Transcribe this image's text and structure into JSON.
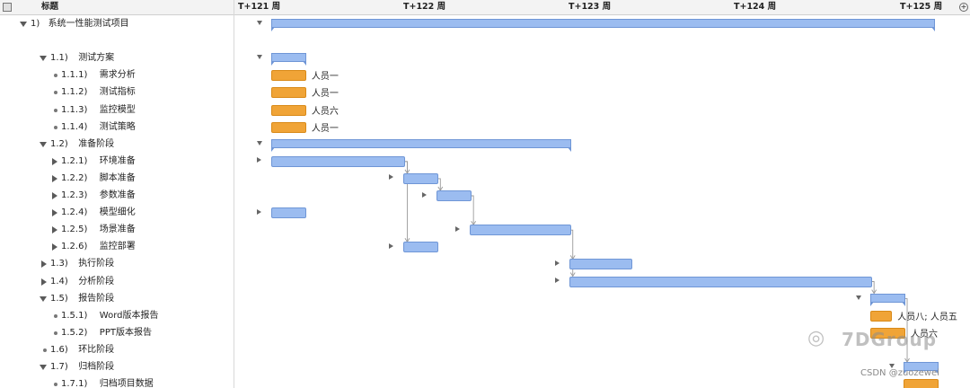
{
  "outline": {
    "header": {
      "title": "标题"
    },
    "rows": [
      {
        "num": "1)",
        "label": "系统一性能测试项目",
        "marker": "down"
      },
      {
        "num": "",
        "label": "",
        "marker": "none"
      },
      {
        "num": "1.1)",
        "label": "测试方案",
        "marker": "down"
      },
      {
        "num": "1.1.1)",
        "label": "需求分析",
        "marker": "dot"
      },
      {
        "num": "1.1.2)",
        "label": "测试指标",
        "marker": "dot"
      },
      {
        "num": "1.1.3)",
        "label": "监控模型",
        "marker": "dot"
      },
      {
        "num": "1.1.4)",
        "label": "测试策略",
        "marker": "dot"
      },
      {
        "num": "1.2)",
        "label": "准备阶段",
        "marker": "down"
      },
      {
        "num": "1.2.1)",
        "label": "环境准备",
        "marker": "right"
      },
      {
        "num": "1.2.2)",
        "label": "脚本准备",
        "marker": "right"
      },
      {
        "num": "1.2.3)",
        "label": "参数准备",
        "marker": "right"
      },
      {
        "num": "1.2.4)",
        "label": "模型细化",
        "marker": "right"
      },
      {
        "num": "1.2.5)",
        "label": "场景准备",
        "marker": "right"
      },
      {
        "num": "1.2.6)",
        "label": "监控部署",
        "marker": "right"
      },
      {
        "num": "1.3)",
        "label": "执行阶段",
        "marker": "right"
      },
      {
        "num": "1.4)",
        "label": "分析阶段",
        "marker": "right"
      },
      {
        "num": "1.5)",
        "label": "报告阶段",
        "marker": "down"
      },
      {
        "num": "1.5.1)",
        "label": "Word版本报告",
        "marker": "dot"
      },
      {
        "num": "1.5.2)",
        "label": "PPT版本报告",
        "marker": "dot"
      },
      {
        "num": "1.6)",
        "label": "环比阶段",
        "marker": "dot"
      },
      {
        "num": "1.7)",
        "label": "归档阶段",
        "marker": "down"
      },
      {
        "num": "1.7.1)",
        "label": "归档项目数据",
        "marker": "dot"
      }
    ]
  },
  "timeline": {
    "weeks": [
      "T+121 周",
      "T+122 周",
      "T+123 周",
      "T+124 周",
      "T+125 周"
    ],
    "bars": [
      {
        "row": 0,
        "start": 0,
        "end": 4.0,
        "kind": "summary",
        "toggle": "down",
        "resource": ""
      },
      {
        "row": 2,
        "start": 0,
        "end": 0.2,
        "kind": "summary",
        "toggle": "down",
        "resource": ""
      },
      {
        "row": 3,
        "start": 0,
        "end": 0.2,
        "kind": "orange",
        "toggle": "",
        "resource": "人员一"
      },
      {
        "row": 4,
        "start": 0,
        "end": 0.2,
        "kind": "orange",
        "toggle": "",
        "resource": "人员一"
      },
      {
        "row": 5,
        "start": 0,
        "end": 0.2,
        "kind": "orange",
        "toggle": "",
        "resource": "人员六"
      },
      {
        "row": 6,
        "start": 0,
        "end": 0.2,
        "kind": "orange",
        "toggle": "",
        "resource": "人员一"
      },
      {
        "row": 7,
        "start": 0,
        "end": 1.8,
        "kind": "summary",
        "toggle": "down",
        "resource": ""
      },
      {
        "row": 8,
        "start": 0,
        "end": 0.8,
        "kind": "blue",
        "toggle": "right",
        "resource": ""
      },
      {
        "row": 9,
        "start": 0.8,
        "end": 1.0,
        "kind": "blue",
        "toggle": "right",
        "resource": ""
      },
      {
        "row": 10,
        "start": 1.0,
        "end": 1.2,
        "kind": "blue",
        "toggle": "right",
        "resource": ""
      },
      {
        "row": 11,
        "start": 0,
        "end": 0.2,
        "kind": "blue",
        "toggle": "right",
        "resource": ""
      },
      {
        "row": 12,
        "start": 1.2,
        "end": 1.8,
        "kind": "blue",
        "toggle": "right",
        "resource": ""
      },
      {
        "row": 13,
        "start": 0.8,
        "end": 1.0,
        "kind": "blue",
        "toggle": "right",
        "resource": ""
      },
      {
        "row": 14,
        "start": 1.8,
        "end": 2.17,
        "kind": "blue",
        "toggle": "right",
        "resource": ""
      },
      {
        "row": 15,
        "start": 1.8,
        "end": 3.62,
        "kind": "blue",
        "toggle": "right",
        "resource": ""
      },
      {
        "row": 16,
        "start": 3.62,
        "end": 3.82,
        "kind": "summary",
        "toggle": "down",
        "resource": ""
      },
      {
        "row": 17,
        "start": 3.62,
        "end": 3.74,
        "kind": "orange",
        "toggle": "",
        "resource": "人员八; 人员五"
      },
      {
        "row": 18,
        "start": 3.62,
        "end": 3.82,
        "kind": "orange",
        "toggle": "",
        "resource": "人员六"
      },
      {
        "row": 20,
        "start": 3.82,
        "end": 4.02,
        "kind": "summary",
        "toggle": "down",
        "resource": ""
      },
      {
        "row": 21,
        "start": 3.82,
        "end": 4.02,
        "kind": "orange",
        "toggle": "",
        "resource": ""
      }
    ],
    "deps": [
      {
        "from": 8,
        "to": 9
      },
      {
        "from": 9,
        "to": 10
      },
      {
        "from": 10,
        "to": 12
      },
      {
        "from": 8,
        "to": 13
      },
      {
        "from": 12,
        "to": 14
      },
      {
        "from": 14,
        "to": 15
      },
      {
        "from": 15,
        "to": 16
      },
      {
        "from": 16,
        "to": 20
      }
    ]
  },
  "watermark": {
    "brand": "7DGroup",
    "csdn": "CSDN @zuozewei"
  }
}
